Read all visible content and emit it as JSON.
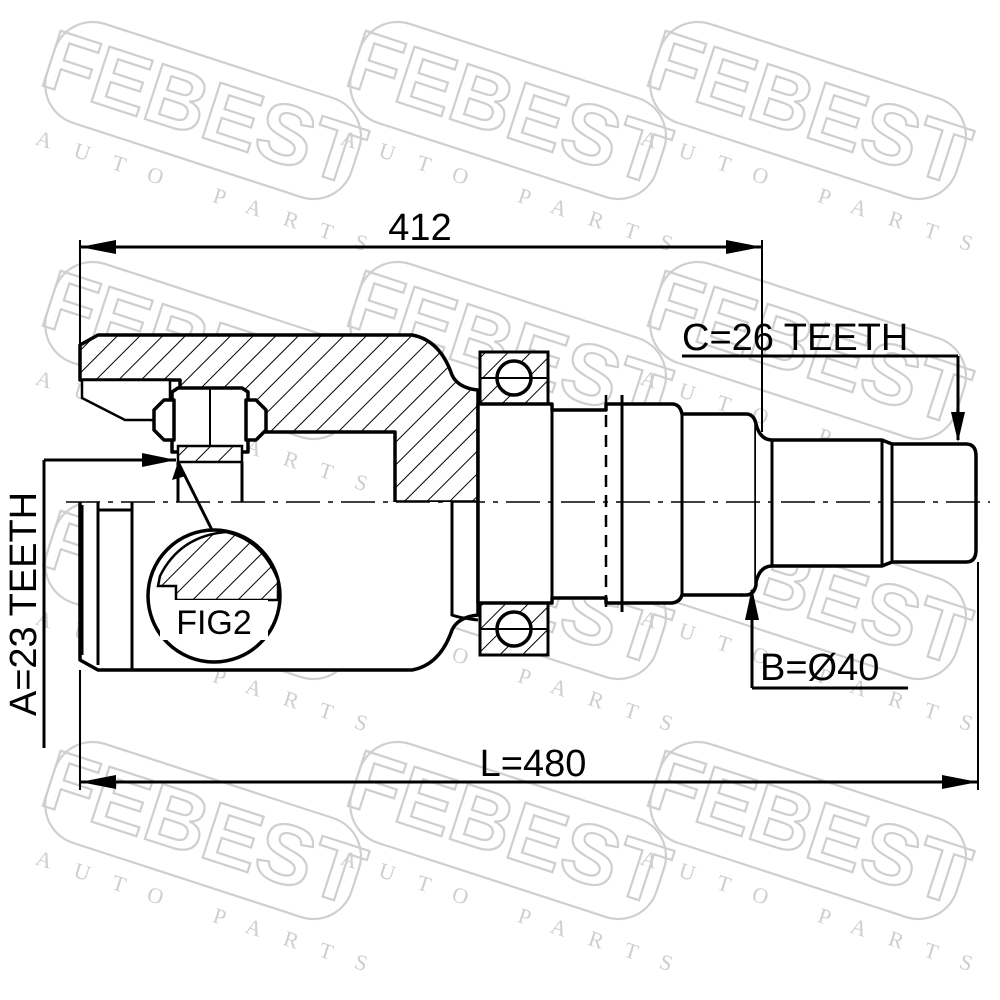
{
  "watermark": {
    "brand": "FEBEST",
    "tagline": "AUTO PARTS"
  },
  "dimensions": {
    "overall_top": "412",
    "length": "L=480",
    "spline_a": "A=23 TEETH",
    "spline_c": "C=26 TEETH",
    "diameter_b": "B=Ø40"
  },
  "callouts": {
    "figure": "FIG2"
  },
  "colors": {
    "line": "#000000",
    "watermark": "#cfcfcf",
    "background": "#ffffff"
  }
}
